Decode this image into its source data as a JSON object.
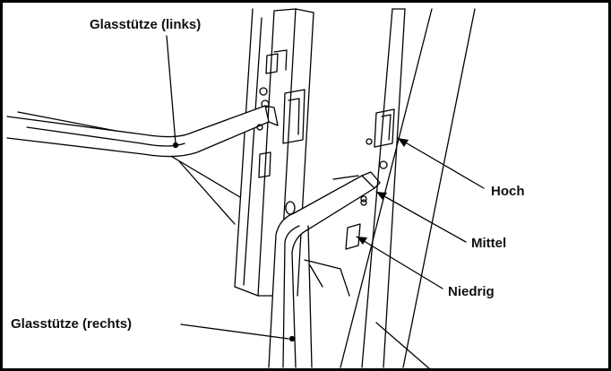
{
  "callouts": {
    "support_left": "Glasstütze (links)",
    "support_right": "Glasstütze (rechts)",
    "high": "Hoch",
    "middle": "Mittel",
    "low": "Niedrig"
  }
}
